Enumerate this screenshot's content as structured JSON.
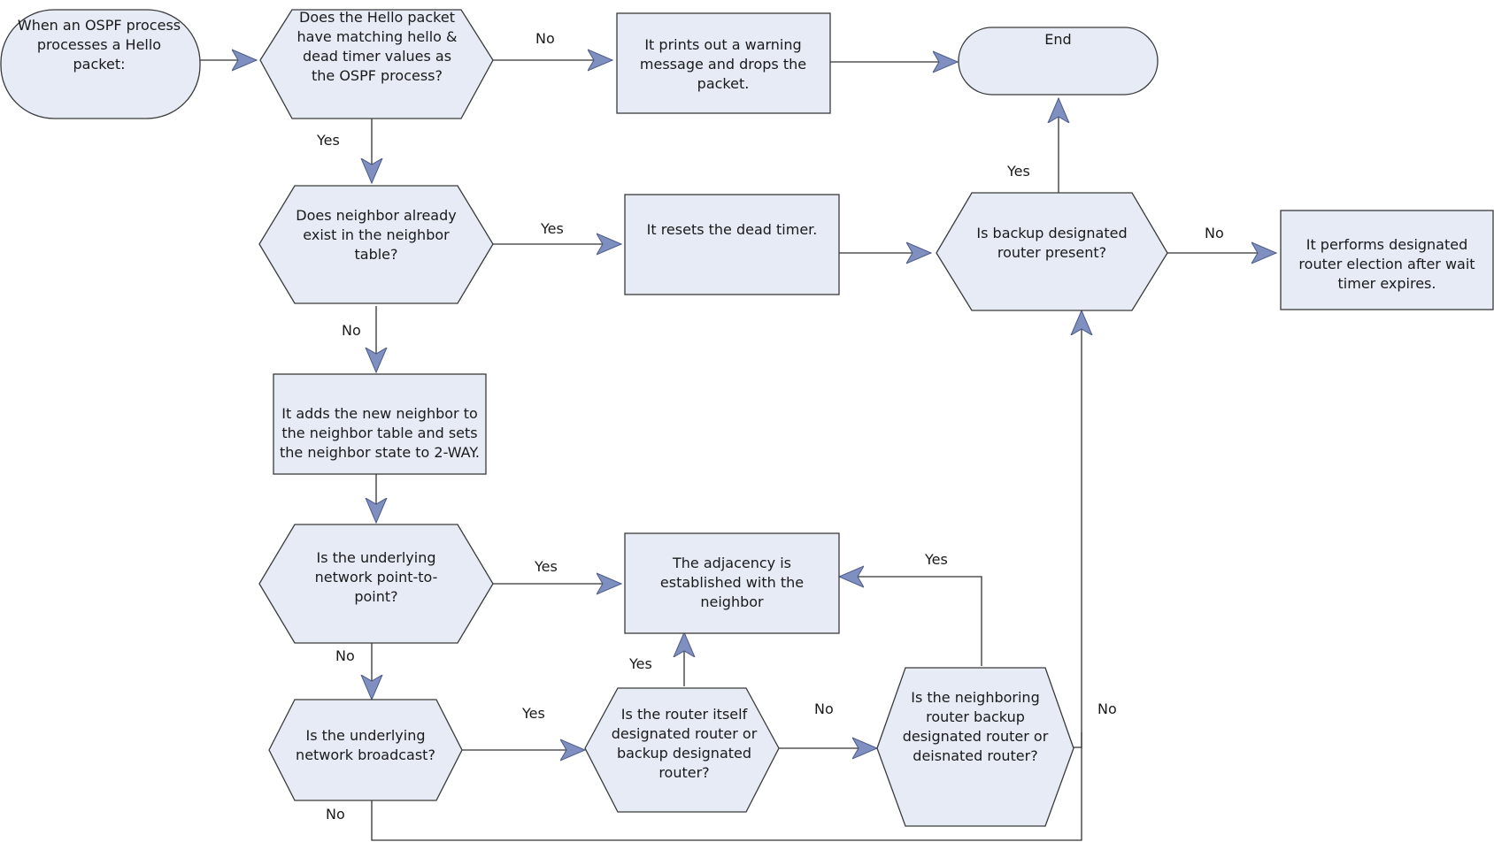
{
  "colors": {
    "fill": "#e6ebf6",
    "stroke": "#3a3a3a",
    "arrow": "#7f8fc0",
    "line": "#333333"
  },
  "nodes": {
    "start": "When an OSPF process processes a Hello packet:",
    "q_hello_dead": "Does the Hello packet have matching hello & dead timer values as the OSPF process?",
    "warn_drop": "It prints out a warning message and drops the packet.",
    "end": "End",
    "q_neighbor_exists": "Does neighbor already exist in the neighbor table?",
    "reset_dead": "It resets the dead timer.",
    "q_bdr_present": "Is backup designated router present?",
    "dr_election": "It performs designated router election after wait timer expires.",
    "add_neighbor": "It adds the new neighbor to the neighbor table and sets the neighbor state to 2-WAY.",
    "q_p2p": "Is the underlying network point-to-point?",
    "adjacency": "The adjacency is established with the neighbor",
    "q_broadcast": "Is the underlying network broadcast?",
    "q_router_dr": "Is the router itself designated router or backup designated router?",
    "q_neighbor_dr": "Is the neighboring router backup designated router or deisnated router?"
  },
  "labels": {
    "no_hello": "No",
    "yes_hello": "Yes",
    "yes_exists": "Yes",
    "no_exists": "No",
    "yes_bdr": "Yes",
    "no_bdr": "No",
    "yes_p2p": "Yes",
    "no_p2p": "No",
    "yes_broadcast": "Yes",
    "no_broadcast": "No",
    "yes_router_dr": "Yes",
    "no_router_dr": "No",
    "yes_neighbor_dr": "Yes",
    "no_neighbor_dr": "No"
  }
}
